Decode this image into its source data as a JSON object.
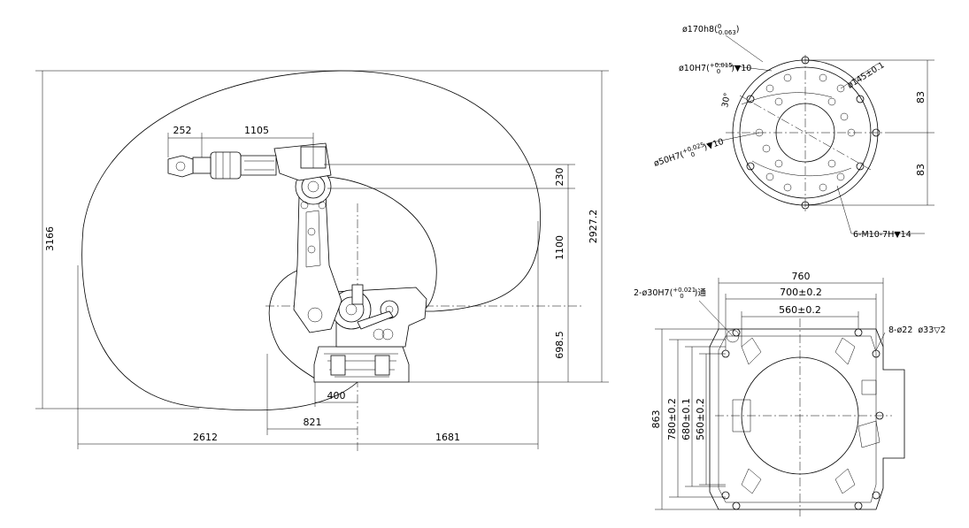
{
  "side_view": {
    "dims": {
      "h3166": "3166",
      "w252": "252",
      "w1105": "1105",
      "v230": "230",
      "v2927": "2927.2",
      "v1100": "1100",
      "v698": "698.5",
      "w400": "400",
      "w821": "821",
      "w2612": "2612",
      "w1681": "1681"
    }
  },
  "flange_view": {
    "bore": "ø170h8",
    "bore_tol_upper": "0",
    "bore_tol_lower": "-0.063",
    "pin_hole": "ø10H7",
    "pin_tol_upper": "+0.015",
    "pin_tol_lower": "0",
    "pin_depth": "▼10",
    "spigot": "ø50H7",
    "spigot_tol_upper": "+0.025",
    "spigot_tol_lower": "0",
    "spigot_depth": "▼10",
    "pcd": "ø145±0.1",
    "angle": "30°",
    "thread": "6-M10-7H▼14",
    "v83a": "83",
    "v83b": "83"
  },
  "base_view": {
    "w760": "760",
    "w700": "700±0.2",
    "w560": "560±0.2",
    "pin_holes": "2-ø30H7",
    "pin_tol_upper": "+0.021",
    "pin_tol_lower": "0",
    "pin_through": "通",
    "mount_holes": "8-ø22",
    "counterbore": "ø33▽2",
    "h863": "863",
    "h780": "780±0.2",
    "h680": "680±0.1",
    "h560": "560±0.2"
  }
}
